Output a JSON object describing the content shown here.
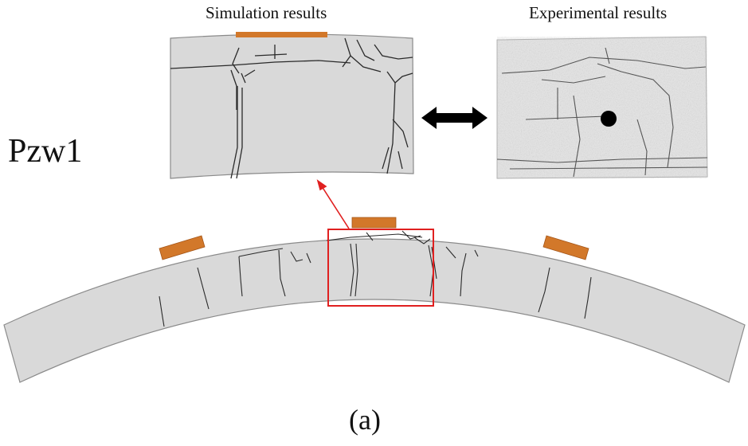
{
  "titles": {
    "simulation": "Simulation results",
    "experimental": "Experimental results"
  },
  "specimen_label": "Pzw1",
  "figure_label": "(a)",
  "colors": {
    "concrete": "#d9d9d9",
    "outline": "#8a8a8a",
    "crack": "#2a2a2a",
    "load_pad": "#d2782a",
    "highlight": "#e02020",
    "background": "#ffffff"
  }
}
